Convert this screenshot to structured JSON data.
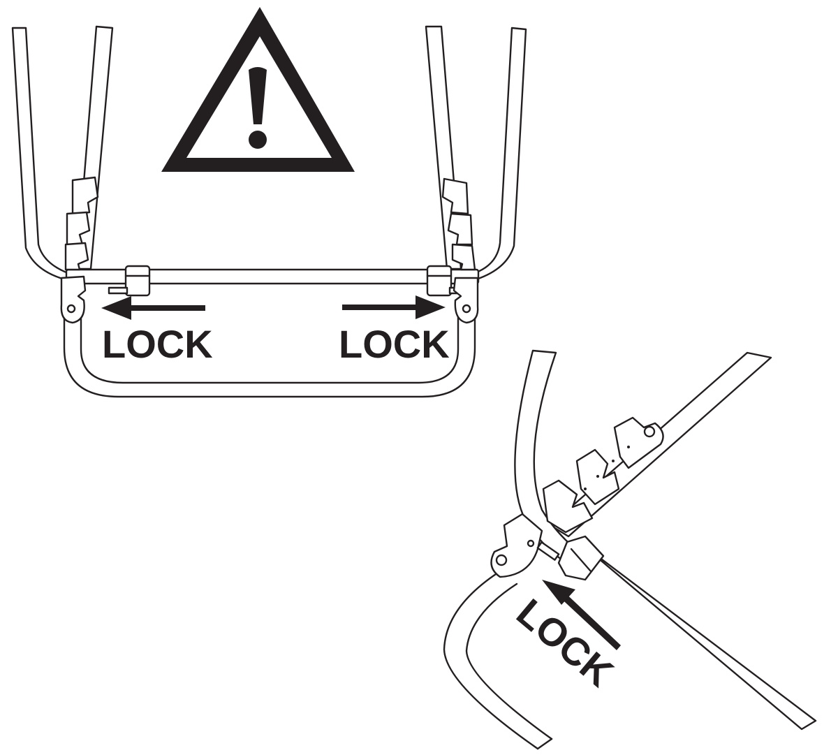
{
  "labels": {
    "lock_left": "LOCK",
    "lock_right": "LOCK",
    "lock_detail": "LOCK"
  },
  "icons": {
    "warning": "warning-triangle-icon",
    "arrow_left": "arrow-left-icon",
    "arrow_right": "arrow-right-icon",
    "arrow_detail": "arrow-up-left-icon"
  },
  "colors": {
    "ink": "#231f20",
    "background": "#ffffff"
  }
}
